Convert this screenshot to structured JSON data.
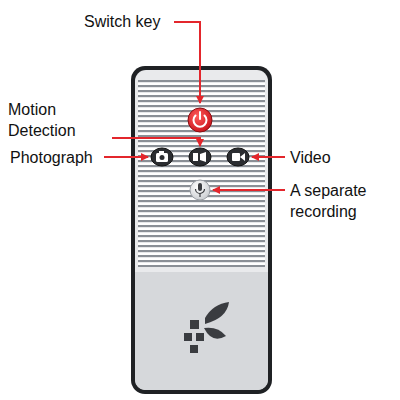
{
  "diagram": {
    "labels": [
      "Switch key",
      "Motion Detection",
      "Photograph",
      "Video",
      "A separate recording"
    ]
  }
}
